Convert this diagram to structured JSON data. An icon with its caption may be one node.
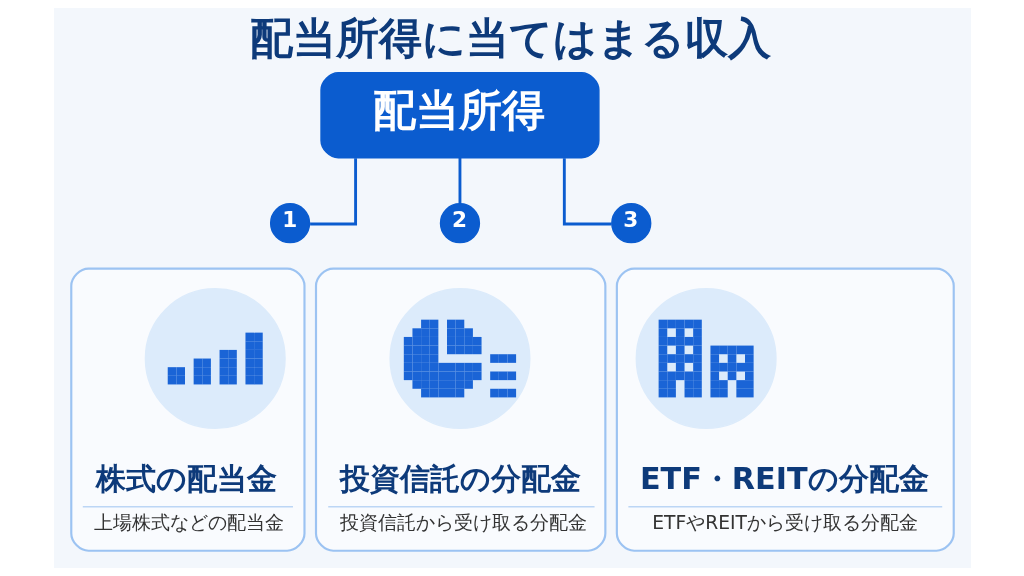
{
  "diagram": {
    "title": "配当所得に当てはまる収入",
    "nodes": [
      {
        "text": [
          "配当所得"
        ]
      },
      {
        "text": [
          "1"
        ]
      },
      {
        "text": [
          "株式の配当金",
          "上場株式などの配当金"
        ]
      },
      {
        "text": [],
        "shape": "picture",
        "in": 2
      },
      {
        "text": [
          "2"
        ]
      },
      {
        "text": [
          "投資信託の分配金",
          "投資信託から受け取る分配金"
        ]
      },
      {
        "text": [],
        "shape": "picture",
        "in": 5
      },
      {
        "text": [
          "3"
        ]
      },
      {
        "text": [
          "ETF・REITの分配金",
          "ETFやREITから受け取る分配金"
        ]
      },
      {
        "text": [],
        "shape": "picture",
        "in": 8
      }
    ],
    "edges": [
      {
        "from": 0,
        "to": 1,
        "arrow": "none"
      },
      {
        "from": 0,
        "to": 4,
        "arrow": "none"
      },
      {
        "from": 0,
        "to": 7,
        "arrow": "none"
      }
    ]
  }
}
